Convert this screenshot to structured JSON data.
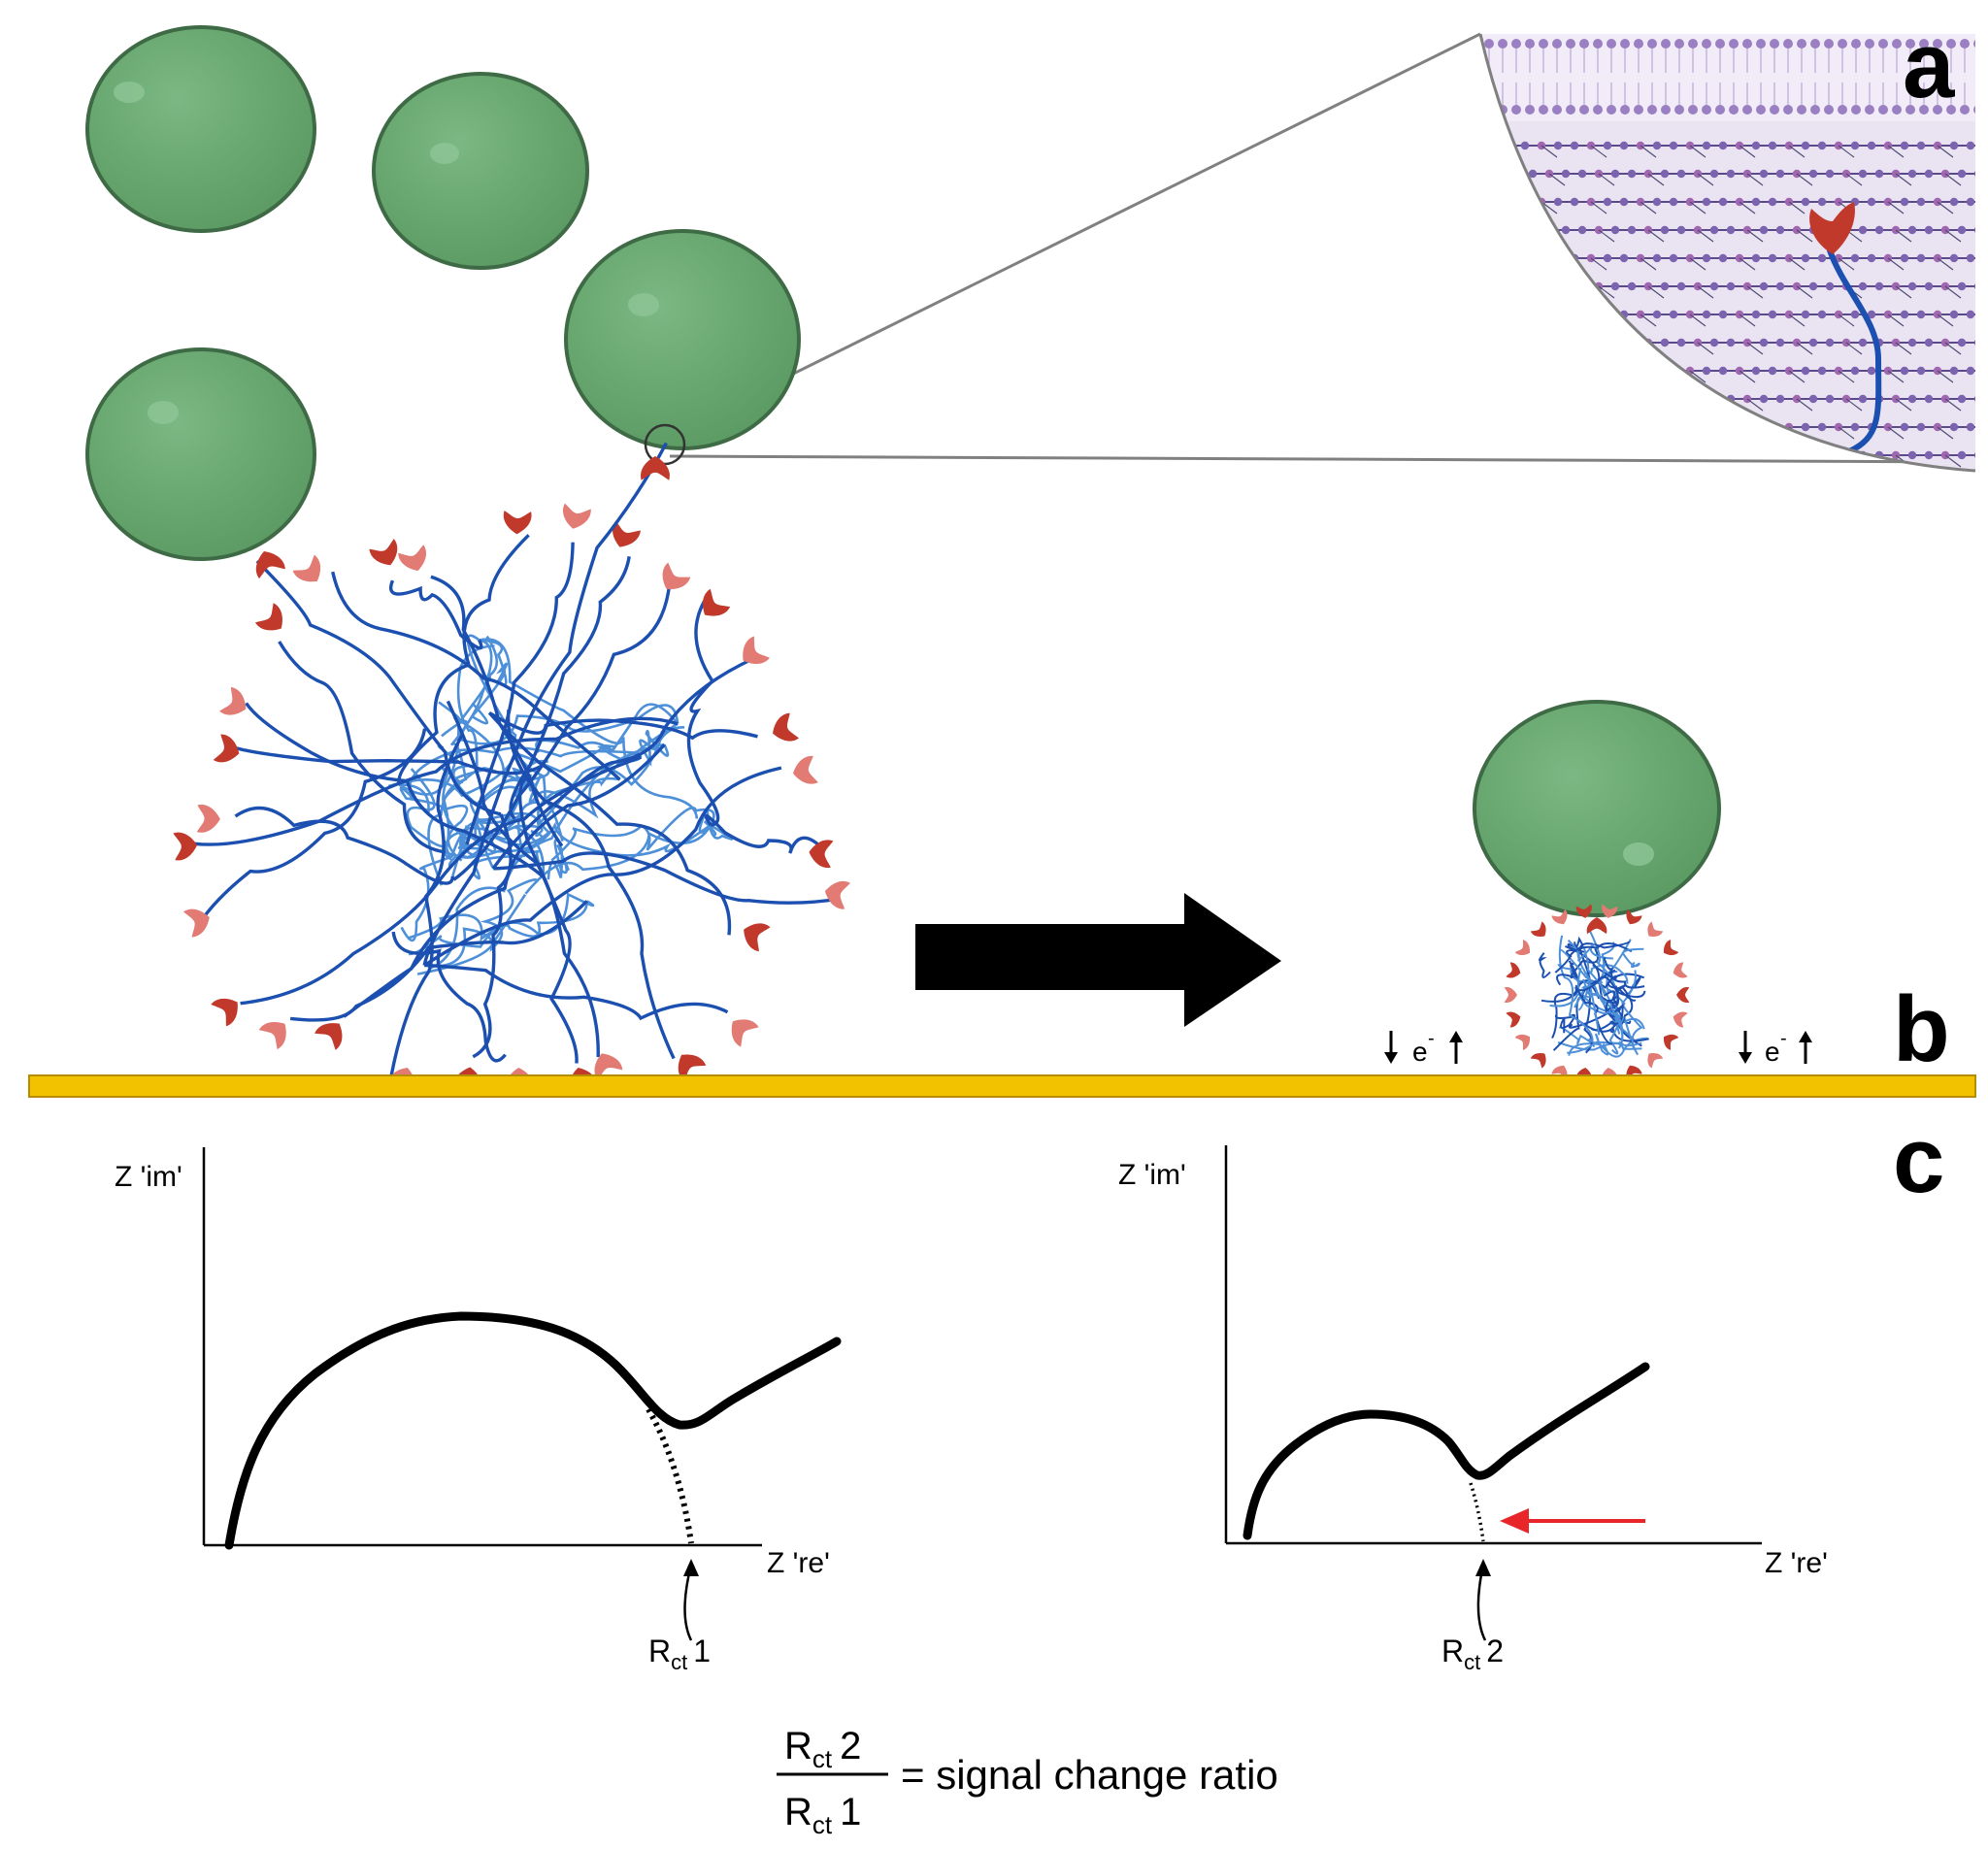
{
  "panel_labels": {
    "a": "a",
    "b": "b",
    "c": "c"
  },
  "electron_label": "e",
  "electron_sup": "-",
  "plot1": {
    "ylabel": "Z 'im'",
    "xlabel": "Z 're'",
    "marker_main": "R",
    "marker_sub": "ct",
    "marker_num": "1"
  },
  "plot2": {
    "ylabel": "Z 'im'",
    "xlabel": "Z 're'",
    "marker_main": "R",
    "marker_sub": "ct",
    "marker_num": "2"
  },
  "ratio": {
    "numerator_main": "R",
    "numerator_sub": "ct",
    "numerator_num": "2",
    "denominator_main": "R",
    "denominator_sub": "ct",
    "denominator_num": "1",
    "label": "= signal change ratio"
  },
  "colors": {
    "sphere": "#6aa670",
    "sphere_edge": "#3e6b45",
    "strand_dark": "#1b4fb0",
    "strand_light": "#4d8fd8",
    "aptamer": "#c0392b",
    "aptamer_light": "#e17b73",
    "electrode": "#f2c200",
    "membrane_bg": "#e7e1f1",
    "membrane_bead": "#9a7fc2",
    "red_arrow": "#e8262a"
  }
}
